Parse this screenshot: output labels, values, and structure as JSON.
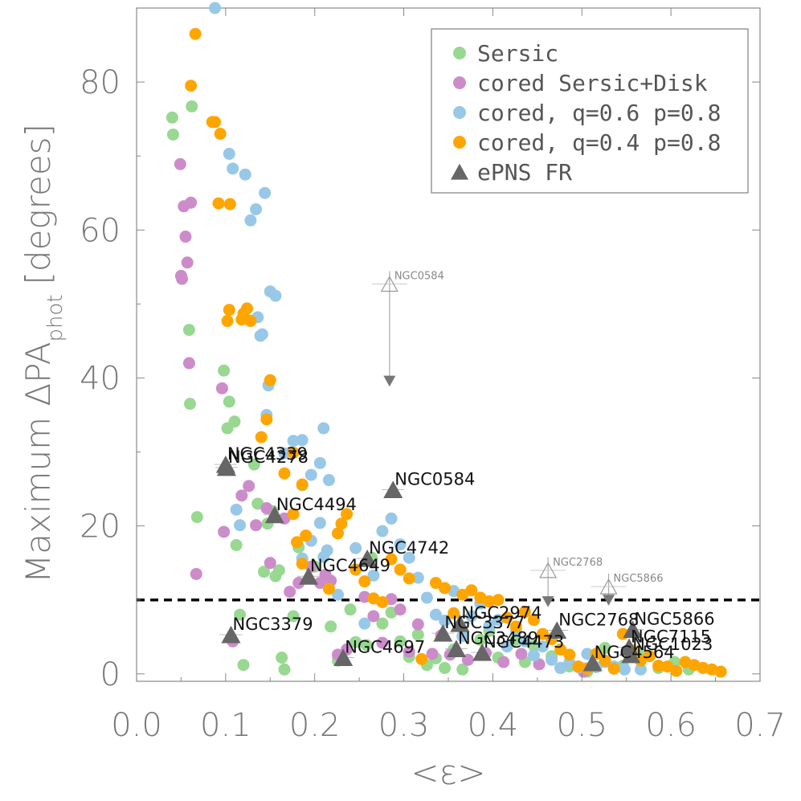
{
  "chart_data": {
    "type": "scatter",
    "xlabel": "<ε>",
    "ylabel": "Maximum ΔPA",
    "ylabel_sub": "phot",
    "ylabel_unit": "[degrees]",
    "xlim": [
      0.0,
      0.7
    ],
    "ylim": [
      -1,
      90
    ],
    "xticks": [
      0.0,
      0.1,
      0.2,
      0.3,
      0.4,
      0.5,
      0.6,
      0.7
    ],
    "xtick_labels": [
      "0.0",
      "0.1",
      "0.2",
      "0.3",
      "0.4",
      "0.5",
      "0.6",
      "0.7"
    ],
    "yticks": [
      0,
      20,
      40,
      60,
      80
    ],
    "ytick_labels": [
      "0",
      "20",
      "40",
      "60",
      "80"
    ],
    "legend_position": "top-right",
    "threshold_line": 10,
    "series": [
      {
        "name": "Sersic",
        "color": "#98d891",
        "marker": "circle",
        "points": [
          [
            0.04,
            75.2
          ],
          [
            0.041,
            72.9
          ],
          [
            0.059,
            46.5
          ],
          [
            0.06,
            36.5
          ],
          [
            0.062,
            76.7
          ],
          [
            0.068,
            21.2
          ],
          [
            0.098,
            41.0
          ],
          [
            0.102,
            33.2
          ],
          [
            0.104,
            36.8
          ],
          [
            0.11,
            34.1
          ],
          [
            0.112,
            17.4
          ],
          [
            0.116,
            8.0
          ],
          [
            0.12,
            1.2
          ],
          [
            0.132,
            28.3
          ],
          [
            0.136,
            23.0
          ],
          [
            0.143,
            13.8
          ],
          [
            0.147,
            20.3
          ],
          [
            0.153,
            22.0
          ],
          [
            0.156,
            13.2
          ],
          [
            0.16,
            14.0
          ],
          [
            0.163,
            2.2
          ],
          [
            0.166,
            0.6
          ],
          [
            0.176,
            7.8
          ],
          [
            0.182,
            17.1
          ],
          [
            0.186,
            25.5
          ],
          [
            0.2,
            14.5
          ],
          [
            0.212,
            12.7
          ],
          [
            0.218,
            6.4
          ],
          [
            0.226,
            1.8
          ],
          [
            0.24,
            8.7
          ],
          [
            0.246,
            4.3
          ],
          [
            0.258,
            3.9
          ],
          [
            0.264,
            15.7
          ],
          [
            0.276,
            6.8
          ],
          [
            0.286,
            8.3
          ],
          [
            0.296,
            4.4
          ],
          [
            0.306,
            2.3
          ],
          [
            0.316,
            5.3
          ],
          [
            0.326,
            1.2
          ],
          [
            0.336,
            2.1
          ],
          [
            0.346,
            0.8
          ],
          [
            0.356,
            3.3
          ],
          [
            0.366,
            0.6
          ],
          [
            0.386,
            4.6
          ],
          [
            0.396,
            5.8
          ],
          [
            0.406,
            2.2
          ],
          [
            0.426,
            4.6
          ],
          [
            0.436,
            1.6
          ],
          [
            0.446,
            3.8
          ],
          [
            0.466,
            2.4
          ],
          [
            0.486,
            1.0
          ],
          [
            0.506,
            0.3
          ],
          [
            0.526,
            3.5
          ],
          [
            0.546,
            1.1
          ],
          [
            0.566,
            2.6
          ],
          [
            0.586,
            0.8
          ],
          [
            0.604,
            1.6
          ],
          [
            0.62,
            0.6
          ]
        ]
      },
      {
        "name": "cored Sersic+Disk",
        "color": "#cc8cca",
        "marker": "circle",
        "points": [
          [
            0.049,
            68.9
          ],
          [
            0.05,
            53.8
          ],
          [
            0.051,
            53.4
          ],
          [
            0.053,
            63.2
          ],
          [
            0.055,
            59.1
          ],
          [
            0.057,
            55.6
          ],
          [
            0.059,
            42.0
          ],
          [
            0.061,
            63.7
          ],
          [
            0.067,
            13.5
          ],
          [
            0.096,
            38.6
          ],
          [
            0.098,
            19.2
          ],
          [
            0.108,
            4.4
          ],
          [
            0.118,
            24.1
          ],
          [
            0.126,
            25.4
          ],
          [
            0.134,
            20.1
          ],
          [
            0.146,
            22.4
          ],
          [
            0.15,
            15.0
          ],
          [
            0.166,
            21.0
          ],
          [
            0.172,
            11.1
          ],
          [
            0.182,
            12.3
          ],
          [
            0.196,
            14.5
          ],
          [
            0.206,
            12.3
          ],
          [
            0.212,
            13.4
          ],
          [
            0.218,
            12.6
          ],
          [
            0.226,
            2.6
          ],
          [
            0.236,
            3.3
          ],
          [
            0.256,
            10.4
          ],
          [
            0.266,
            7.8
          ],
          [
            0.276,
            4.2
          ],
          [
            0.286,
            10.1
          ],
          [
            0.296,
            8.7
          ],
          [
            0.306,
            3.0
          ],
          [
            0.316,
            6.7
          ],
          [
            0.332,
            2.7
          ],
          [
            0.342,
            5.2
          ],
          [
            0.352,
            2.6
          ],
          [
            0.372,
            1.9
          ],
          [
            0.392,
            2.8
          ],
          [
            0.412,
            1.6
          ],
          [
            0.432,
            2.7
          ],
          [
            0.452,
            1.3
          ],
          [
            0.476,
            0.8
          ],
          [
            0.502,
            0.3
          ]
        ]
      },
      {
        "name": "cored, q=0.6 p=0.8",
        "color": "#98c8e8",
        "marker": "circle",
        "points": [
          [
            0.088,
            90.0
          ],
          [
            0.104,
            70.3
          ],
          [
            0.108,
            68.3
          ],
          [
            0.112,
            22.2
          ],
          [
            0.116,
            20.1
          ],
          [
            0.122,
            67.5
          ],
          [
            0.128,
            61.3
          ],
          [
            0.134,
            62.8
          ],
          [
            0.136,
            48.2
          ],
          [
            0.139,
            45.7
          ],
          [
            0.141,
            45.9
          ],
          [
            0.144,
            65.0
          ],
          [
            0.146,
            35.0
          ],
          [
            0.148,
            39.0
          ],
          [
            0.15,
            51.7
          ],
          [
            0.156,
            51.1
          ],
          [
            0.166,
            29.8
          ],
          [
            0.176,
            31.5
          ],
          [
            0.186,
            31.6
          ],
          [
            0.196,
            26.9
          ],
          [
            0.206,
            28.5
          ],
          [
            0.21,
            33.2
          ],
          [
            0.214,
            16.7
          ],
          [
            0.216,
            26.2
          ],
          [
            0.186,
            15.6
          ],
          [
            0.196,
            18.0
          ],
          [
            0.206,
            20.4
          ],
          [
            0.21,
            15.8
          ],
          [
            0.226,
            10.7
          ],
          [
            0.246,
            17.0
          ],
          [
            0.256,
            6.8
          ],
          [
            0.266,
            13.3
          ],
          [
            0.276,
            19.3
          ],
          [
            0.286,
            21.0
          ],
          [
            0.296,
            17.5
          ],
          [
            0.306,
            15.7
          ],
          [
            0.316,
            13.0
          ],
          [
            0.326,
            10.3
          ],
          [
            0.336,
            8.0
          ],
          [
            0.346,
            7.2
          ],
          [
            0.356,
            11.2
          ],
          [
            0.366,
            5.1
          ],
          [
            0.376,
            7.8
          ],
          [
            0.386,
            9.5
          ],
          [
            0.396,
            6.5
          ],
          [
            0.406,
            7.3
          ],
          [
            0.416,
            3.7
          ],
          [
            0.426,
            5.8
          ],
          [
            0.436,
            4.4
          ],
          [
            0.446,
            2.5
          ],
          [
            0.456,
            3.7
          ],
          [
            0.466,
            1.9
          ],
          [
            0.476,
            0.8
          ],
          [
            0.486,
            1.5
          ],
          [
            0.496,
            0.9
          ],
          [
            0.506,
            2.7
          ],
          [
            0.516,
            0.9
          ],
          [
            0.526,
            1.6
          ],
          [
            0.536,
            1.0
          ],
          [
            0.548,
            0.6
          ],
          [
            0.566,
            0.6
          ]
        ]
      },
      {
        "name": "cored, q=0.4 p=0.8",
        "color": "#ffa500",
        "marker": "circle",
        "points": [
          [
            0.066,
            86.5
          ],
          [
            0.061,
            79.5
          ],
          [
            0.085,
            74.6
          ],
          [
            0.088,
            74.6
          ],
          [
            0.092,
            63.6
          ],
          [
            0.094,
            73.0
          ],
          [
            0.105,
            63.5
          ],
          [
            0.102,
            47.7
          ],
          [
            0.104,
            49.2
          ],
          [
            0.118,
            47.9
          ],
          [
            0.12,
            48.7
          ],
          [
            0.124,
            49.4
          ],
          [
            0.128,
            47.7
          ],
          [
            0.14,
            32.0
          ],
          [
            0.146,
            34.4
          ],
          [
            0.15,
            39.7
          ],
          [
            0.166,
            27.1
          ],
          [
            0.176,
            29.9
          ],
          [
            0.186,
            25.6
          ],
          [
            0.19,
            18.7
          ],
          [
            0.18,
            17.8
          ],
          [
            0.176,
            21.6
          ],
          [
            0.186,
            14.9
          ],
          [
            0.216,
            11.5
          ],
          [
            0.226,
            19.0
          ],
          [
            0.23,
            20.3
          ],
          [
            0.236,
            21.6
          ],
          [
            0.246,
            14.1
          ],
          [
            0.256,
            12.5
          ],
          [
            0.266,
            10.2
          ],
          [
            0.276,
            9.7
          ],
          [
            0.286,
            15.5
          ],
          [
            0.296,
            14.1
          ],
          [
            0.306,
            12.9
          ],
          [
            0.32,
            2.0
          ],
          [
            0.336,
            12.3
          ],
          [
            0.346,
            11.6
          ],
          [
            0.356,
            8.2
          ],
          [
            0.366,
            10.7
          ],
          [
            0.376,
            11.3
          ],
          [
            0.386,
            10.3
          ],
          [
            0.396,
            9.8
          ],
          [
            0.406,
            10.0
          ],
          [
            0.416,
            7.6
          ],
          [
            0.426,
            6.4
          ],
          [
            0.436,
            8.4
          ],
          [
            0.446,
            7.3
          ],
          [
            0.456,
            5.4
          ],
          [
            0.466,
            4.7
          ],
          [
            0.476,
            3.3
          ],
          [
            0.486,
            2.6
          ],
          [
            0.496,
            1.0
          ],
          [
            0.506,
            0.7
          ],
          [
            0.516,
            2.7
          ],
          [
            0.526,
            1.8
          ],
          [
            0.536,
            0.7
          ],
          [
            0.546,
            5.4
          ],
          [
            0.556,
            3.2
          ],
          [
            0.566,
            1.8
          ],
          [
            0.576,
            2.4
          ],
          [
            0.586,
            1.1
          ],
          [
            0.596,
            1.0
          ],
          [
            0.606,
            0.4
          ],
          [
            0.616,
            1.6
          ],
          [
            0.626,
            1.2
          ],
          [
            0.636,
            0.8
          ],
          [
            0.646,
            0.6
          ],
          [
            0.656,
            0.3
          ]
        ]
      }
    ],
    "ephns": {
      "name": "ePNS FR",
      "color": "#666666",
      "marker": "triangle",
      "points": [
        {
          "label": "NGC4339",
          "x": 0.1,
          "y": 28.3
        },
        {
          "label": "NGC4278",
          "x": 0.101,
          "y": 27.9
        },
        {
          "label": "NGC4494",
          "x": 0.155,
          "y": 21.5
        },
        {
          "label": "NGC4649",
          "x": 0.193,
          "y": 13.2
        },
        {
          "label": "NGC4742",
          "x": 0.259,
          "y": 15.6
        },
        {
          "label": "NGC0584",
          "x": 0.288,
          "y": 24.9
        },
        {
          "label": "NGC3379",
          "x": 0.106,
          "y": 5.3
        },
        {
          "label": "NGC4697",
          "x": 0.232,
          "y": 2.2
        },
        {
          "label": "NGC2974",
          "x": 0.363,
          "y": 6.8
        },
        {
          "label": "NGC3377",
          "x": 0.344,
          "y": 5.5
        },
        {
          "label": "NGC4473",
          "x": 0.388,
          "y": 2.9
        },
        {
          "label": "NGC3489",
          "x": 0.359,
          "y": 3.4
        },
        {
          "label": "NGC4564",
          "x": 0.512,
          "y": 1.5
        },
        {
          "label": "NGC2768",
          "x": 0.472,
          "y": 5.9
        },
        {
          "label": "NGC7115",
          "x": 0.553,
          "y": 3.6
        },
        {
          "label": "NGC1023",
          "x": 0.555,
          "y": 2.6
        },
        {
          "label": "NGC5866",
          "x": 0.557,
          "y": 6.0
        }
      ],
      "upper_limits": [
        {
          "label": "NGC0584",
          "x": 0.284,
          "y": 52.7,
          "limit": 39.6
        },
        {
          "label": "NGC2768",
          "x": 0.462,
          "y": 14.0,
          "limit": 9.8
        },
        {
          "label": "NGC5866",
          "x": 0.53,
          "y": 11.8,
          "limit": 10.0
        }
      ]
    }
  },
  "legend": [
    {
      "label": "Sersic",
      "color": "#98d891",
      "shape": "circle"
    },
    {
      "label": "cored Sersic+Disk",
      "color": "#cc8cca",
      "shape": "circle"
    },
    {
      "label": "cored, q=0.6 p=0.8",
      "color": "#98c8e8",
      "shape": "circle"
    },
    {
      "label": "cored, q=0.4 p=0.8",
      "color": "#ffa500",
      "shape": "circle"
    },
    {
      "label": "ePNS FR",
      "color": "#666666",
      "shape": "triangle"
    }
  ]
}
